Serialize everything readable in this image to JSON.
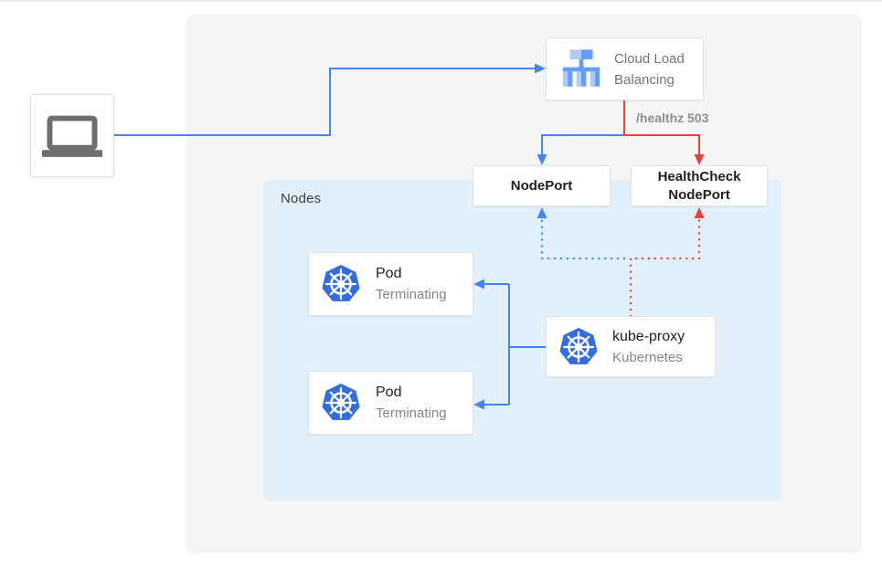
{
  "diagram": {
    "nodes_group_label": "Nodes",
    "healthz_label": "/healthz 503"
  },
  "cards": {
    "clb": {
      "line1": "Cloud Load",
      "line2": "Balancing"
    },
    "nodeport": {
      "label": "NodePort"
    },
    "healthcheck": {
      "line1": "HealthCheck",
      "line2": "NodePort"
    },
    "kube_proxy": {
      "title": "kube-proxy",
      "subtitle": "Kubernetes"
    }
  },
  "pods": [
    {
      "title": "Pod",
      "subtitle": "Terminating"
    },
    {
      "title": "Pod",
      "subtitle": "Terminating"
    }
  ],
  "icons": {
    "client": "laptop-icon",
    "clb": "load-balancer-icon",
    "pods": "kubernetes-icon",
    "kube_proxy": "kubernetes-icon"
  },
  "colors": {
    "blue": "#4285F4",
    "red": "#EA4335",
    "panel_bg": "#F5F5F5",
    "nodes_bg": "#E2F0FC",
    "k8s_blue": "#326CE5",
    "lb_light": "#AECBFA",
    "lb_mid": "#669DF6",
    "laptop_gray": "#6E6E6E"
  }
}
